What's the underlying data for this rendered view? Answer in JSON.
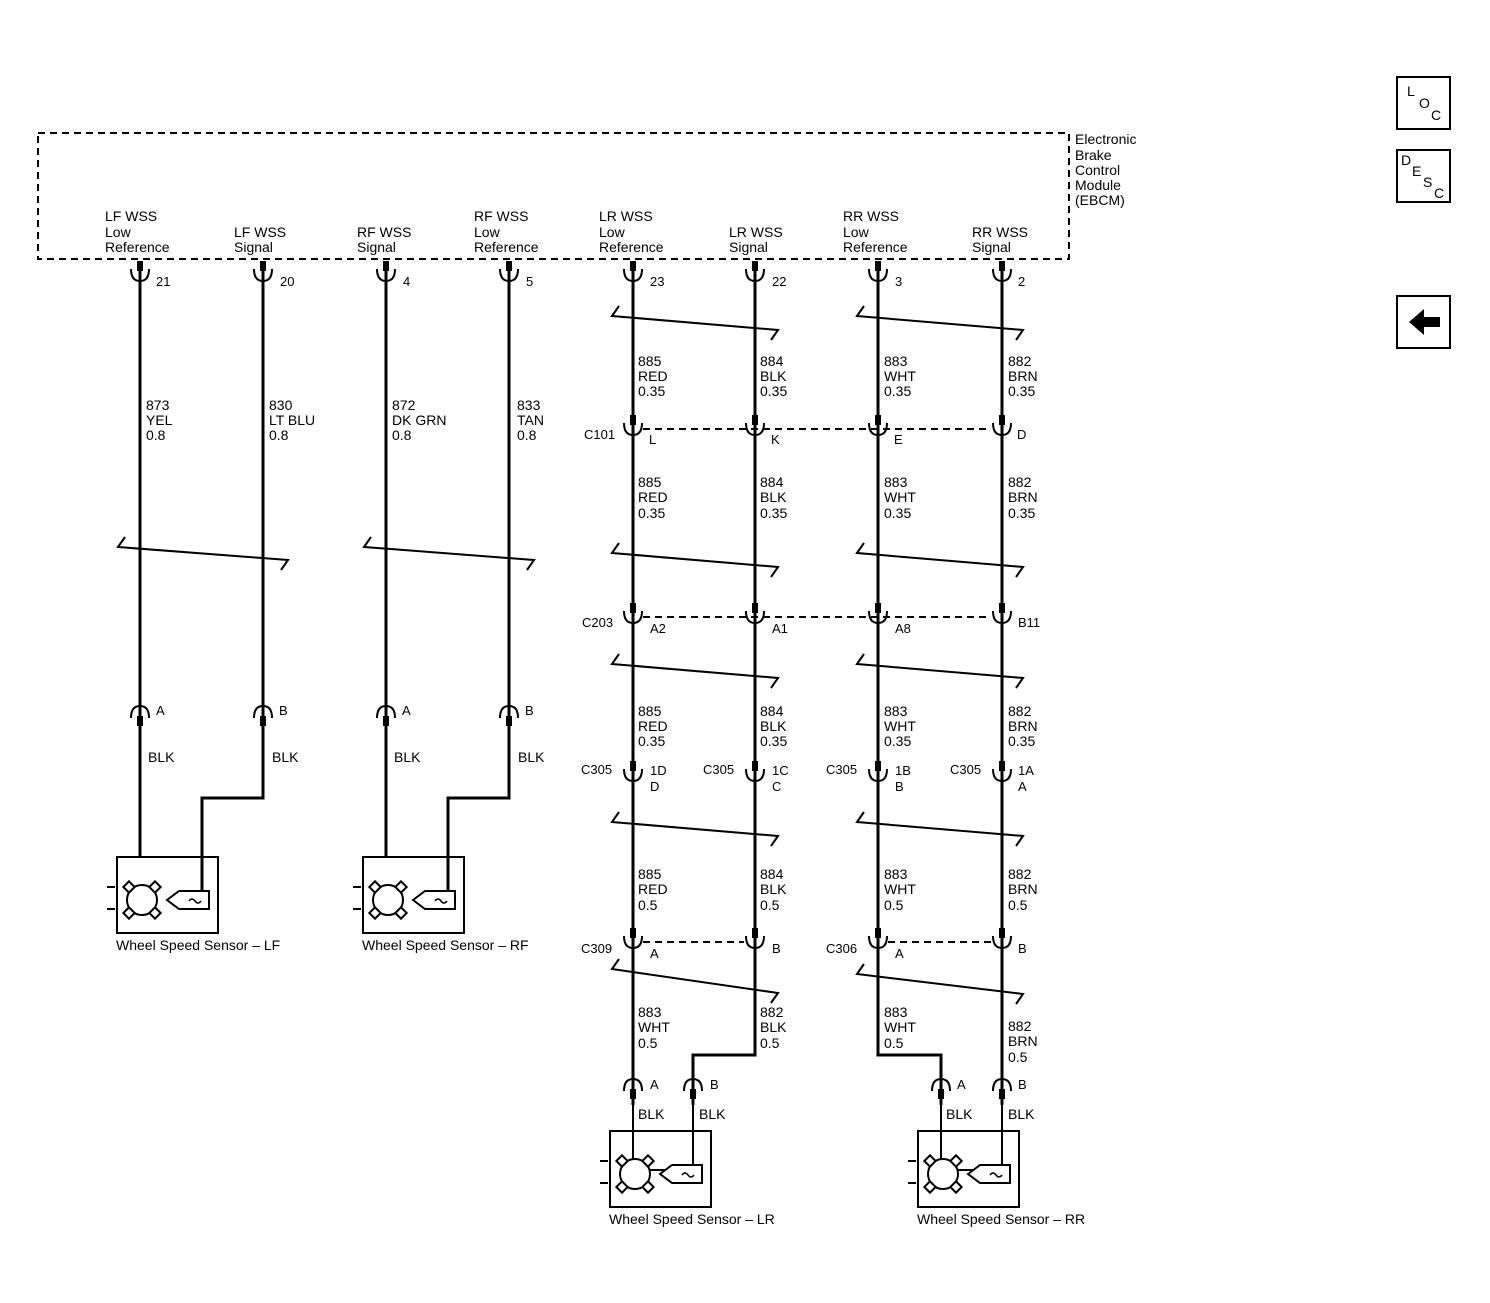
{
  "module": {
    "name_lines": [
      "Electronic",
      "Brake",
      "Control",
      "Module",
      "(EBCM)"
    ],
    "terminals": [
      {
        "lines": [
          "LF WSS",
          "Low",
          "Reference"
        ],
        "pin": "21"
      },
      {
        "lines": [
          "LF WSS",
          "Signal"
        ],
        "pin": "20"
      },
      {
        "lines": [
          "RF WSS",
          "Signal"
        ],
        "pin": "4"
      },
      {
        "lines": [
          "RF WSS",
          "Low",
          "Reference"
        ],
        "pin": "5"
      },
      {
        "lines": [
          "LR WSS",
          "Low",
          "Reference"
        ],
        "pin": "23"
      },
      {
        "lines": [
          "LR WSS",
          "Signal"
        ],
        "pin": "22"
      },
      {
        "lines": [
          "RR WSS",
          "Low",
          "Reference"
        ],
        "pin": "3"
      },
      {
        "lines": [
          "RR WSS",
          "Signal"
        ],
        "pin": "2"
      }
    ]
  },
  "nav": {
    "loc": [
      "L",
      "O",
      "C"
    ],
    "desc": [
      "D",
      "E",
      "S",
      "C"
    ],
    "back_icon": "left-arrow-icon"
  },
  "front_wires": [
    {
      "circuit": "873",
      "color": "YEL",
      "gauge": "0.8"
    },
    {
      "circuit": "830",
      "color": "LT BLU",
      "gauge": "0.8"
    },
    {
      "circuit": "872",
      "color": "DK GRN",
      "gauge": "0.8"
    },
    {
      "circuit": "833",
      "color": "TAN",
      "gauge": "0.8"
    }
  ],
  "front_sensor_pins": [
    "A",
    "B",
    "A",
    "B"
  ],
  "front_sensor_wire": "BLK",
  "rear_wires": {
    "seg1": [
      {
        "circuit": "885",
        "color": "RED",
        "gauge": "0.35"
      },
      {
        "circuit": "884",
        "color": "BLK",
        "gauge": "0.35"
      },
      {
        "circuit": "883",
        "color": "WHT",
        "gauge": "0.35"
      },
      {
        "circuit": "882",
        "color": "BRN",
        "gauge": "0.35"
      }
    ],
    "seg2": [
      {
        "circuit": "885",
        "color": "RED",
        "gauge": "0.35"
      },
      {
        "circuit": "884",
        "color": "BLK",
        "gauge": "0.35"
      },
      {
        "circuit": "883",
        "color": "WHT",
        "gauge": "0.35"
      },
      {
        "circuit": "882",
        "color": "BRN",
        "gauge": "0.35"
      }
    ],
    "seg3": [
      {
        "circuit": "885",
        "color": "RED",
        "gauge": "0.35"
      },
      {
        "circuit": "884",
        "color": "BLK",
        "gauge": "0.35"
      },
      {
        "circuit": "883",
        "color": "WHT",
        "gauge": "0.35"
      },
      {
        "circuit": "882",
        "color": "BRN",
        "gauge": "0.35"
      }
    ],
    "seg4": [
      {
        "circuit": "885",
        "color": "RED",
        "gauge": "0.5"
      },
      {
        "circuit": "884",
        "color": "BLK",
        "gauge": "0.5"
      },
      {
        "circuit": "883",
        "color": "WHT",
        "gauge": "0.5"
      },
      {
        "circuit": "882",
        "color": "BRN",
        "gauge": "0.5"
      }
    ],
    "seg5": [
      {
        "circuit": "883",
        "color": "WHT",
        "gauge": "0.5"
      },
      {
        "circuit": "882",
        "color": "BLK",
        "gauge": "0.5"
      },
      {
        "circuit": "883",
        "color": "WHT",
        "gauge": "0.5"
      },
      {
        "circuit": "882",
        "color": "BRN",
        "gauge": "0.5"
      }
    ]
  },
  "c101": {
    "name": "C101",
    "pins": [
      "L",
      "K",
      "E",
      "D"
    ]
  },
  "c203": {
    "name": "C203",
    "pins": [
      "A2",
      "A1",
      "A8",
      "B11"
    ]
  },
  "c305": {
    "name": "C305",
    "top_pins": [
      "1D",
      "1C",
      "1B",
      "1A"
    ],
    "bottom_pins": [
      "D",
      "C",
      "B",
      "A"
    ]
  },
  "c309": {
    "name": "C309",
    "pins": [
      "A",
      "B"
    ]
  },
  "c306": {
    "name": "C306",
    "pins": [
      "A",
      "B"
    ]
  },
  "rear_sensor_pins": [
    "A",
    "B",
    "A",
    "B"
  ],
  "rear_sensor_wire": "BLK",
  "sensors": [
    {
      "label": "Wheel Speed Sensor – LF"
    },
    {
      "label": "Wheel Speed Sensor – RF"
    },
    {
      "label": "Wheel Speed Sensor – LR"
    },
    {
      "label": "Wheel Speed Sensor – RR"
    }
  ]
}
